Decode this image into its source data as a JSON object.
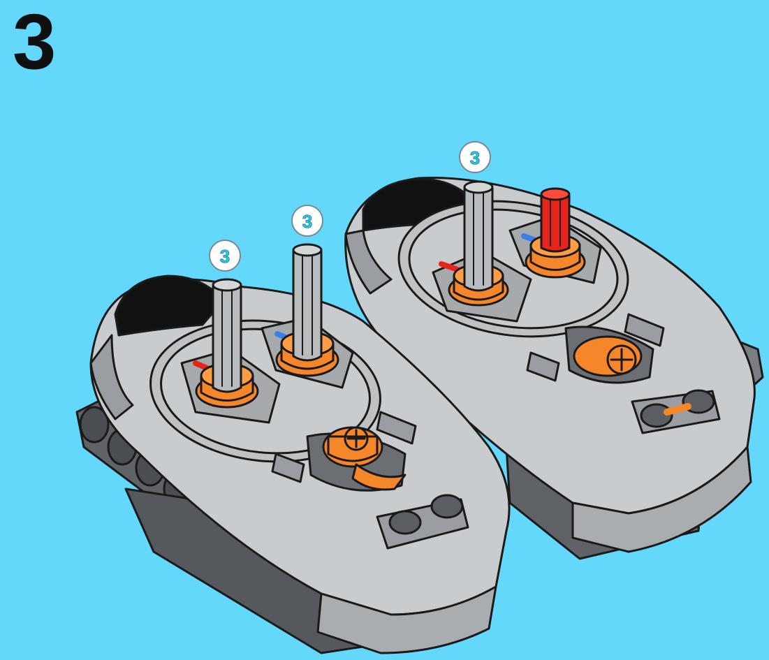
{
  "step": {
    "number": "3"
  },
  "callouts": [
    {
      "label": "3",
      "axle_length": 3
    },
    {
      "label": "3",
      "axle_length": 3
    },
    {
      "label": "3",
      "axle_length": 3
    }
  ],
  "colors": {
    "background": "#63d8fb",
    "body_light": "#c9ccce",
    "body_mid": "#a6aaad",
    "body_dark": "#6b6f73",
    "outline": "#1a1a1a",
    "orange": "#f5862a",
    "red": "#e8241a",
    "axle_grey": "#b9bcbf",
    "callout_text": "#2ec7e6"
  }
}
